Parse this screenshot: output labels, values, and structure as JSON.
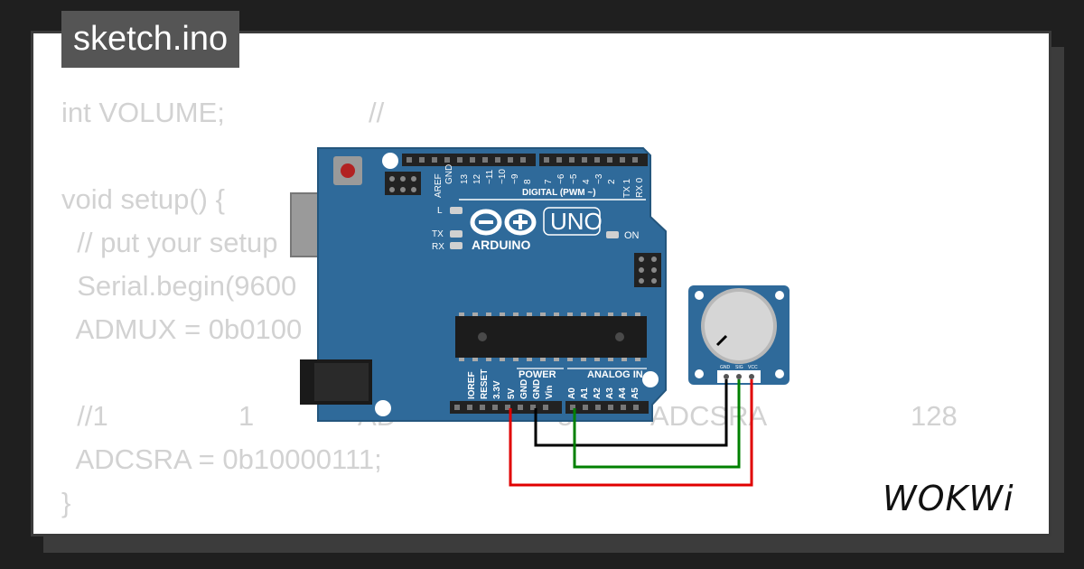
{
  "title": "sketch.ino",
  "code": {
    "line1_a": "int VOLUME;",
    "line1_b": "//",
    "line2": "void setup() {",
    "line3": "  // put your setup",
    "line4": "  Serial.begin(9600",
    "line5": "  ADMUX = 0b0100",
    "line6_a": "  //1",
    "line6_b": "1",
    "line6_c": "AD",
    "line6_d": "5",
    "line6_e": "ADCSRA",
    "line6_f": "128",
    "line7": "  ADCSRA = 0b10000111;",
    "line8": "}"
  },
  "board": {
    "name": "UNO",
    "brand": "ARDUINO",
    "digital_label": "DIGITAL (PWM ~)",
    "power_label": "POWER",
    "analog_label": "ANALOG IN",
    "on_label": "ON",
    "l_label": "L",
    "tx_label": "TX",
    "rx_label": "RX",
    "top_pins": [
      "AREF",
      "GND",
      "13",
      "12",
      "~11",
      "~10",
      "~9",
      "8",
      "7",
      "~6",
      "~5",
      "4",
      "~3",
      "2",
      "TX 1",
      "RX 0"
    ],
    "bottom_pins": [
      "IOREF",
      "RESET",
      "3.3V",
      "5V",
      "GND",
      "GND",
      "Vin",
      "A0",
      "A1",
      "A2",
      "A3",
      "A4",
      "A5"
    ]
  },
  "potentiometer": {
    "pins": [
      "GND",
      "SIG",
      "VCC"
    ]
  },
  "wires": {
    "gnd_color": "#000000",
    "sig_color": "#008000",
    "vcc_color": "#e00000"
  },
  "colors": {
    "board": "#2f6a9a",
    "pot_board": "#2f6a9a",
    "tab_bg": "#555555"
  },
  "logo": "WOKWi"
}
